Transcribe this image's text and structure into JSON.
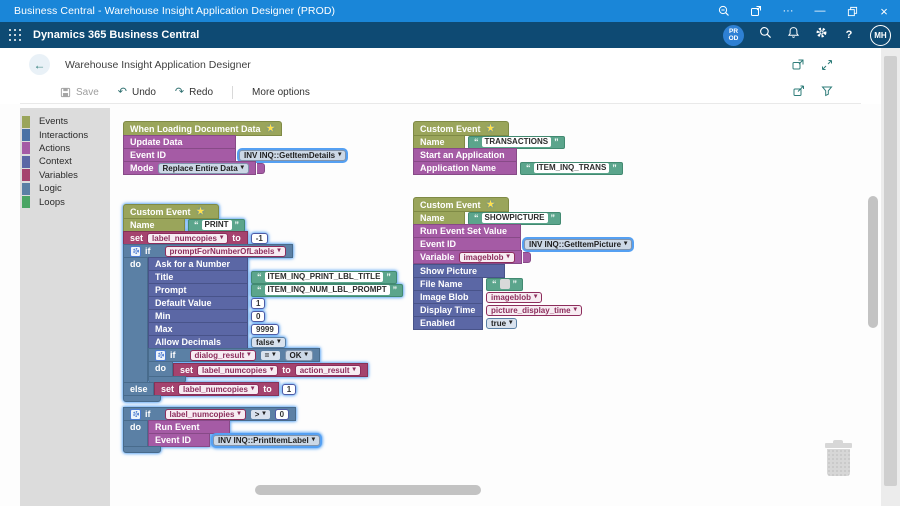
{
  "window_title": "Business Central - Warehouse Insight Application Designer (PROD)",
  "navbar": {
    "app_title": "Dynamics 365 Business Central",
    "environment_badge": "PROD",
    "help_label": "?",
    "avatar_initials": "MH"
  },
  "page": {
    "title": "Warehouse Insight Application Designer"
  },
  "toolbar": {
    "save_label": "Save",
    "undo_label": "Undo",
    "redo_label": "Redo",
    "more_options_label": "More options"
  },
  "toolbox": {
    "categories": [
      {
        "label": "Events",
        "color": "#9aa55b"
      },
      {
        "label": "Interactions",
        "color": "#4a72a5"
      },
      {
        "label": "Actions",
        "color": "#a55ba5"
      },
      {
        "label": "Context",
        "color": "#5b67a5"
      },
      {
        "label": "Variables",
        "color": "#a5436e"
      },
      {
        "label": "Logic",
        "color": "#5b80a5"
      },
      {
        "label": "Loops",
        "color": "#4aa564"
      }
    ]
  },
  "keywords": {
    "set": "set",
    "to": "to",
    "if": "if",
    "do": "do",
    "else": "else"
  },
  "icons": {
    "star": "★",
    "caret": "▾",
    "quote_open": "“",
    "quote_close": "”",
    "more": "···",
    "minimize": "—",
    "close": "×",
    "undo": "↶",
    "redo": "↷",
    "back": "←"
  },
  "colors": {
    "titlebar": "#1a86d8",
    "navbar": "#0e4a73",
    "selection_outline": "#55a0f2",
    "events": "#9aa55b",
    "actions": "#a55ba5",
    "variables": "#a5436e",
    "logic": "#5b80a5",
    "context": "#5b67a5",
    "text_block": "#5ba58c"
  },
  "blocks": {
    "loading_doc": {
      "header": "When Loading Document Data",
      "update_data_label": "Update Data",
      "event_id_label": "Event ID",
      "event_id_value": "INV INQ::GetItemDetails",
      "mode_label": "Mode",
      "mode_value": "Replace Entire Data"
    },
    "transactions": {
      "header": "Custom Event",
      "name_label": "Name",
      "name_value": "TRANSACTIONS",
      "start_app_label": "Start an Application",
      "app_name_label": "Application Name",
      "app_name_value": "ITEM_INQ_TRANS"
    },
    "print": {
      "header": "Custom Event",
      "name_label": "Name",
      "name_value": "PRINT",
      "set_var": "label_numcopies",
      "set_value": "-1",
      "if_condition": "promptForNumberOfLabels",
      "ask": {
        "header": "Ask for a Number",
        "title_label": "Title",
        "title_value": "ITEM_INQ_PRINT_LBL_TITLE",
        "prompt_label": "Prompt",
        "prompt_value": "ITEM_INQ_NUM_LBL_PROMPT",
        "default_label": "Default Value",
        "default_value": "1",
        "min_label": "Min",
        "min_value": "0",
        "max_label": "Max",
        "max_value": "9999",
        "decimals_label": "Allow Decimals",
        "decimals_value": "false"
      },
      "if_dialog": {
        "var": "dialog_result",
        "op": "=",
        "value": "OK"
      },
      "set_ok": {
        "var": "label_numcopies",
        "value": "action_result"
      },
      "set_else": {
        "var": "label_numcopies",
        "value": "1"
      },
      "if_count": {
        "var": "label_numcopies",
        "op": ">",
        "value": "0"
      },
      "run": {
        "header": "Run Event",
        "event_id_label": "Event ID",
        "event_id_value": "INV INQ::PrintItemLabel"
      }
    },
    "showpicture": {
      "header": "Custom Event",
      "name_label": "Name",
      "name_value": "SHOWPICTURE",
      "run_set_label": "Run Event Set Value",
      "event_id_label": "Event ID",
      "event_id_value": "INV INQ::GetItemPicture",
      "variable_label": "Variable",
      "variable_value": "imageblob",
      "show": {
        "header": "Show Picture",
        "file_label": "File Name",
        "blob_label": "Image Blob",
        "blob_value": "imageblob",
        "time_label": "Display Time",
        "time_value": "picture_display_time",
        "enabled_label": "Enabled",
        "enabled_value": "true"
      }
    }
  }
}
